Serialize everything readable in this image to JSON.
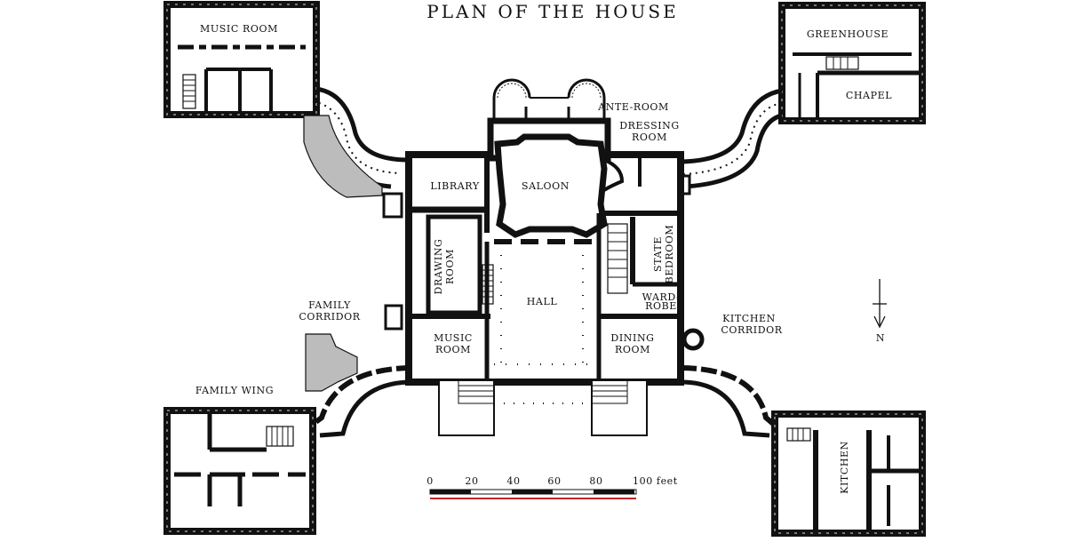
{
  "title": "PLAN OF THE HOUSE",
  "rooms": {
    "music_room_wing": "MUSIC ROOM",
    "greenhouse": "GREENHOUSE",
    "chapel": "CHAPEL",
    "ante_room": "ANTE-ROOM",
    "dressing_room_1": "DRESSING",
    "dressing_room_2": "ROOM",
    "library": "LIBRARY",
    "saloon": "SALOON",
    "drawing_room_1": "DRAWING",
    "drawing_room_2": "ROOM",
    "hall": "HALL",
    "state_bedroom_1": "STATE",
    "state_bedroom_2": "BEDROOM",
    "wardrobe_1": "WARD-",
    "wardrobe_2": "ROBE",
    "music_room_1": "MUSIC",
    "music_room_2": "ROOM",
    "dining_room_1": "DINING",
    "dining_room_2": "ROOM",
    "family_corridor_1": "FAMILY",
    "family_corridor_2": "CORRIDOR",
    "kitchen_corridor_1": "KITCHEN",
    "kitchen_corridor_2": "CORRIDOR",
    "family_wing": "FAMILY WING",
    "kitchen": "KITCHEN"
  },
  "compass": {
    "label": "N"
  },
  "scale": {
    "ticks": [
      "0",
      "20",
      "40",
      "60",
      "80",
      "100 feet"
    ],
    "bar_color": "#c0262d"
  }
}
